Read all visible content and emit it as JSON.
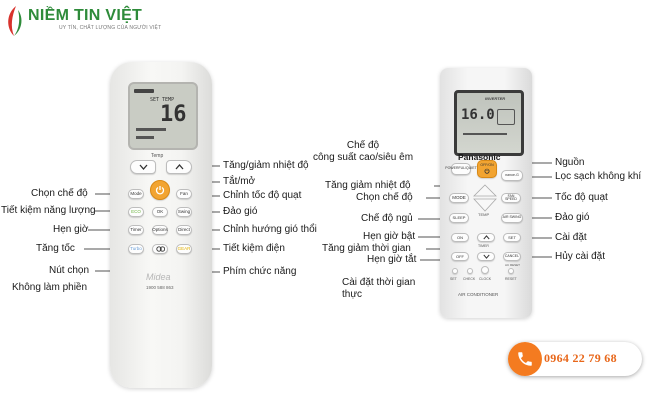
{
  "logo": {
    "name": "NIỀM TIN VIỆT",
    "tagline": "UY TÍN, CHẤT LƯỢNG CỦA NGƯỜI VIỆT"
  },
  "midea_remote": {
    "lcd_temp": "16",
    "lcd_label": "SET TEMP",
    "temp_label": "Temp",
    "buttons": {
      "mode": "Mode",
      "fan": "Fan",
      "eco": "ECO",
      "ok": "OK",
      "swing": "Swing",
      "timer": "Timer",
      "options": "Options",
      "direct": "Direct",
      "turbo": "Turbo",
      "gear": "GEAR"
    },
    "brand": "Midea",
    "hotline": "1900 588 863",
    "labels": {
      "temp_up_down": "Tăng/giảm nhiệt độ",
      "power": "Tắt/mở",
      "fan_speed": "Chỉnh tốc độ quạt",
      "swing": "Đảo gió",
      "direct": "Chỉnh hướng gió thổi",
      "gear": "Tiết kiệm điện",
      "function_keys": "Phím chức năng",
      "mode": "Chọn chế độ",
      "eco": "Tiết kiệm năng lượng",
      "timer": "Hẹn giờ",
      "turbo": "Tăng tốc",
      "ok_select": "Nút chọn",
      "no_disturb": "Không làm phiền"
    }
  },
  "panasonic_remote": {
    "lcd_temp": "16.0",
    "inverter": "INVERTER",
    "brand": "Panasonic",
    "footer": "AIR CONDITIONER",
    "buttons": {
      "powerful": "POWERFUL/QUIET",
      "onoff": "OFF/ON",
      "nanoe": "nanoe-G",
      "mode": "MODE",
      "fan_speed": "FAN SPEED",
      "temp": "TEMP",
      "sleep": "SLEEP",
      "air_swing": "AIR SWING",
      "on": "ON",
      "set": "SET",
      "timer": "TIMER",
      "off": "OFF",
      "cancel": "CANCEL",
      "set_small": "SET",
      "check": "CHECK",
      "clock": "CLOCK",
      "reset": "RESET",
      "ac_reset": "AC RESET"
    },
    "labels": {
      "powerful_mode": "Chế độ\ncông suất cao/siêu êm",
      "temp_up_down": "Tăng giảm nhiệt độ",
      "mode": "Chọn chế độ",
      "sleep": "Chế độ ngủ",
      "timer_on": "Hẹn giờ bật",
      "time_adjust": "Tăng giảm thời gian",
      "timer_off": "Hẹn giờ tắt",
      "clock_set": "Cài đặt thời gian\nthực",
      "power": "Nguồn",
      "air_purify": "Lọc sạch không khí",
      "fan_speed": "Tốc độ quạt",
      "swing": "Đảo gió",
      "set": "Cài đặt",
      "cancel": "Hủy cài đặt"
    }
  },
  "phone": "0964 22 79 68",
  "colors": {
    "logo_green": "#2e8b3a",
    "logo_red": "#d8322c",
    "accent_orange": "#f47b20",
    "button_orange": "#f2a431",
    "midea_blue": "#2c6fbf"
  }
}
